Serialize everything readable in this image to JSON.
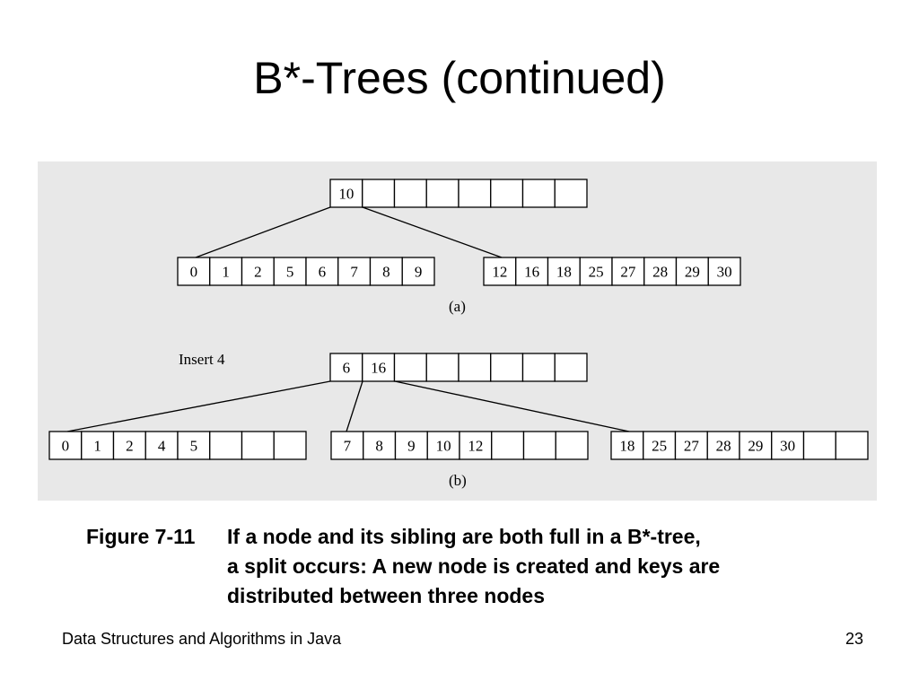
{
  "slide": {
    "title": "B*-Trees (continued)",
    "footer_left": "Data Structures and Algorithms in Java",
    "page_number": "23"
  },
  "caption": {
    "lead": "Figure 7-11",
    "lines": [
      "If a node and its sibling are both full in a B*-tree,",
      "a split occurs: A new node is created and keys are",
      "distributed between three nodes"
    ]
  },
  "figure": {
    "insert_label": "Insert 4",
    "part_a": {
      "label": "(a)",
      "root": [
        "10",
        "",
        "",
        "",
        "",
        "",
        "",
        ""
      ],
      "children": [
        [
          "0",
          "1",
          "2",
          "5",
          "6",
          "7",
          "8",
          "9"
        ],
        [
          "12",
          "16",
          "18",
          "25",
          "27",
          "28",
          "29",
          "30"
        ]
      ]
    },
    "part_b": {
      "label": "(b)",
      "root": [
        "6",
        "16",
        "",
        "",
        "",
        "",
        "",
        ""
      ],
      "children": [
        [
          "0",
          "1",
          "2",
          "4",
          "5",
          "",
          "",
          ""
        ],
        [
          "7",
          "8",
          "9",
          "10",
          "12",
          "",
          "",
          ""
        ],
        [
          "18",
          "25",
          "27",
          "28",
          "29",
          "30",
          "",
          ""
        ]
      ]
    }
  }
}
